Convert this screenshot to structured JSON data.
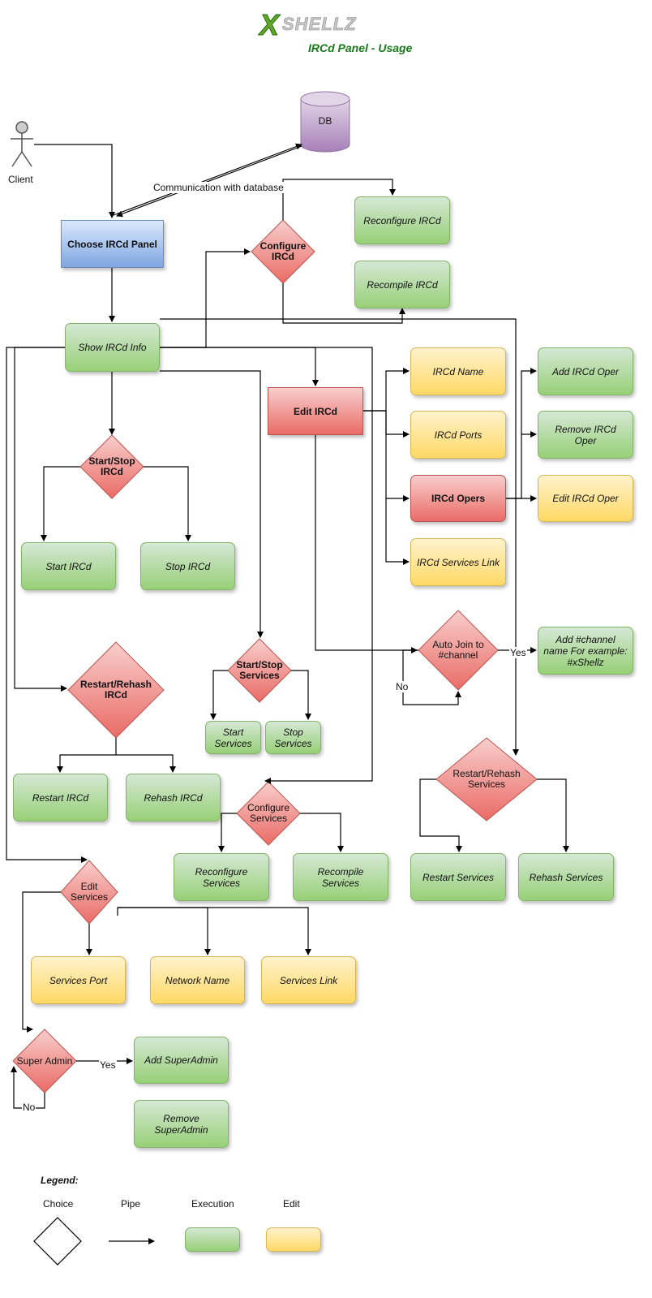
{
  "header": {
    "logo_text": "xSHELLZ",
    "subtitle": "IRCd Panel - Usage"
  },
  "actors": {
    "client": "Client"
  },
  "database": {
    "label": "DB"
  },
  "edge_labels": {
    "communication": "Communication with database",
    "yes_channel": "Yes",
    "no_channel": "No",
    "yes_super": "Yes",
    "no_super": "No"
  },
  "process": {
    "choose_panel": "Choose IRCd Panel"
  },
  "execution": {
    "reconfigure_ircd": "Reconfigure IRCd",
    "recompile_ircd": "Recompile IRCd",
    "show_info": "Show IRCd Info",
    "start_ircd": "Start IRCd",
    "stop_ircd": "Stop IRCd",
    "restart_ircd": "Restart IRCd",
    "rehash_ircd": "Rehash IRCd",
    "start_services": "Start Services",
    "stop_services": "Stop Services",
    "reconfigure_services": "Reconfigure Services",
    "recompile_services": "Recompile Services",
    "restart_services": "Restart Services",
    "rehash_services": "Rehash Services",
    "add_oper": "Add IRCd Oper",
    "remove_oper": "Remove IRCd Oper",
    "add_channel": "Add #channel name For example: #xShellz",
    "add_superadmin": "Add SuperAdmin",
    "remove_superadmin": "Remove SuperAdmin"
  },
  "edits": {
    "edit_ircd": "Edit IRCd",
    "ircd_name": "IRCd Name",
    "ircd_ports": "IRCd Ports",
    "ircd_opers": "IRCd Opers",
    "ircd_services_link": "IRCd Services Link",
    "edit_oper": "Edit IRCd Oper",
    "services_port": "Services Port",
    "network_name": "Network Name",
    "services_link": "Services Link"
  },
  "choices": {
    "configure_ircd": "Configure IRCd",
    "start_stop_ircd": "Start/Stop IRCd",
    "restart_rehash_ircd": "Restart/Rehash IRCd",
    "start_stop_services": "Start/Stop Services",
    "configure_services": "Configure Services",
    "auto_join": "Auto Join to #channel",
    "restart_rehash_services": "Restart/Rehash Services",
    "edit_services": "Edit Services",
    "super_admin": "Super Admin"
  },
  "legend": {
    "title": "Legend:",
    "choice": "Choice",
    "pipe": "Pipe",
    "execution": "Execution",
    "edit": "Edit"
  },
  "colors": {
    "execution": "#97d077",
    "edit": "#ffd966",
    "choice": "#ea6b66",
    "process": "#7ea6e0",
    "database": "#a680b8",
    "subtitle": "#1a7a1a"
  }
}
